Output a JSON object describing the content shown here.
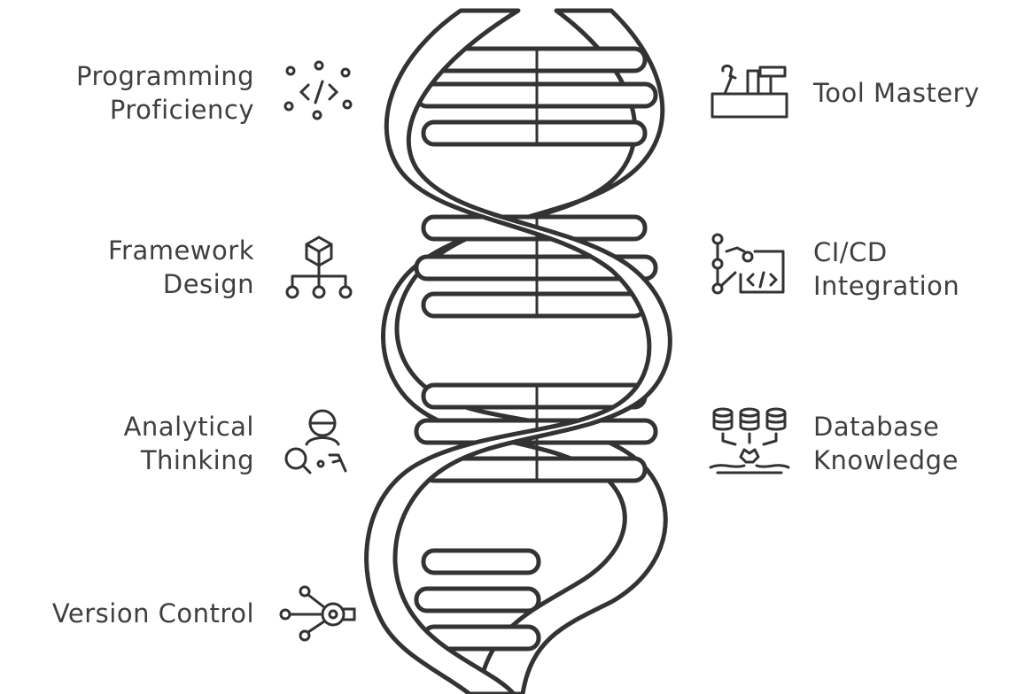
{
  "skills": [
    {
      "id": "programming",
      "side": "left",
      "lines": [
        "Programming",
        "Proficiency"
      ],
      "icon": "code-network-icon"
    },
    {
      "id": "framework",
      "side": "left",
      "lines": [
        "Framework",
        "Design"
      ],
      "icon": "hierarchy-cube-icon"
    },
    {
      "id": "analytical",
      "side": "left",
      "lines": [
        "Analytical",
        "Thinking"
      ],
      "icon": "analyst-magnifier-icon"
    },
    {
      "id": "version",
      "side": "left",
      "lines": [
        "Version Control"
      ],
      "icon": "version-branch-icon"
    },
    {
      "id": "tool",
      "side": "right",
      "lines": [
        "Tool Mastery"
      ],
      "icon": "toolbox-icon"
    },
    {
      "id": "cicd",
      "side": "right",
      "lines": [
        "CI/CD",
        "Integration"
      ],
      "icon": "pipeline-code-icon"
    },
    {
      "id": "database",
      "side": "right",
      "lines": [
        "Database",
        "Knowledge"
      ],
      "icon": "database-stack-icon"
    }
  ],
  "colors": {
    "stroke": "#333333",
    "text": "#3f3f3f",
    "background": "#ffffff"
  }
}
